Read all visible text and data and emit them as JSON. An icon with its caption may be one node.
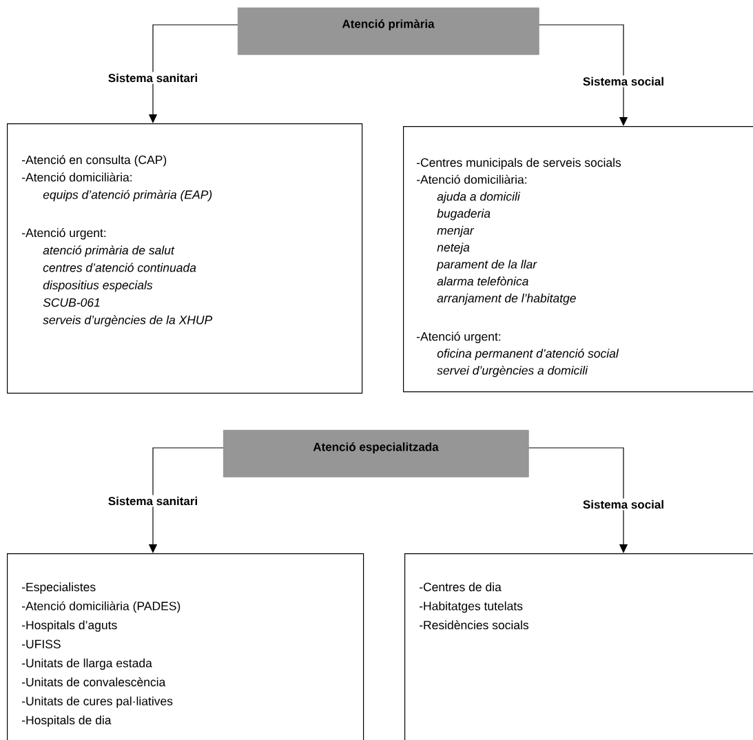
{
  "diagram": {
    "nodes": [
      {
        "text": [
          "Atenció primària"
        ]
      },
      {
        "text": [
          "Sistema sanitari"
        ]
      },
      {
        "text": [
          "Sistema social"
        ]
      },
      {
        "text": [
          "-Atenció en consulta (CAP)",
          "-Atenció domiciliària:",
          "equips d’atenció primària (EAP)",
          "-Atenció urgent:",
          "atenció primària de salut",
          "centres d’atenció continuada",
          "dispositius especials",
          "SCUB-061",
          "serveis d’urgències de la XHUP"
        ]
      },
      {
        "text": [
          "-Centres municipals de serveis socials",
          "-Atenció domiciliària:",
          "ajuda a domicili",
          "bugaderia",
          "menjar",
          "neteja",
          "parament de la llar",
          "alarma telefònica",
          "arranjament de l’habitatge",
          "-Atenció urgent:",
          "oficina permanent d’atenció social",
          "servei d’urgències a domicili"
        ]
      },
      {
        "text": [
          "Atenció especialitzada"
        ]
      },
      {
        "text": [
          "Sistema sanitari"
        ]
      },
      {
        "text": [
          "Sistema social"
        ]
      },
      {
        "text": [
          "-Especialistes",
          "-Atenció domiciliària (PADES)",
          "-Hospitals d’aguts",
          "-UFISS",
          "-Unitats de llarga estada",
          "-Unitats de convalescència",
          "-Unitats de cures pal·liatives",
          "-Hospitals de dia"
        ]
      },
      {
        "text": [
          "-Centres de dia",
          "-Habitatges tutelats",
          "-Residències socials"
        ]
      }
    ],
    "edges": [
      {
        "from": 0,
        "to": 1,
        "arrow": "none"
      },
      {
        "from": 1,
        "to": 3,
        "arrow": "to"
      },
      {
        "from": 0,
        "to": 2,
        "arrow": "none"
      },
      {
        "from": 2,
        "to": 4,
        "arrow": "to"
      },
      {
        "from": 5,
        "to": 6,
        "arrow": "none"
      },
      {
        "from": 6,
        "to": 8,
        "arrow": "to"
      },
      {
        "from": 5,
        "to": 7,
        "arrow": "none"
      },
      {
        "from": 7,
        "to": 9,
        "arrow": "to"
      }
    ]
  }
}
